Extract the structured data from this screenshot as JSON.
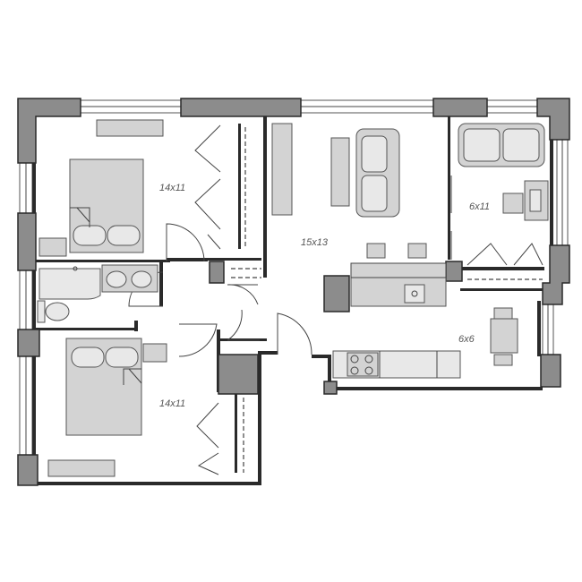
{
  "floor_plan": {
    "rooms": [
      {
        "id": "bedroom-1",
        "label": "14x11"
      },
      {
        "id": "bedroom-2",
        "label": "14x11"
      },
      {
        "id": "living-room",
        "label": "15x13"
      },
      {
        "id": "den",
        "label": "6x11"
      },
      {
        "id": "dining",
        "label": "6x6"
      }
    ],
    "colors": {
      "wall": "#2a2a2a",
      "structural_pier": "#8c8c8c",
      "furniture": "#d3d3d3",
      "background": "#ffffff"
    }
  }
}
